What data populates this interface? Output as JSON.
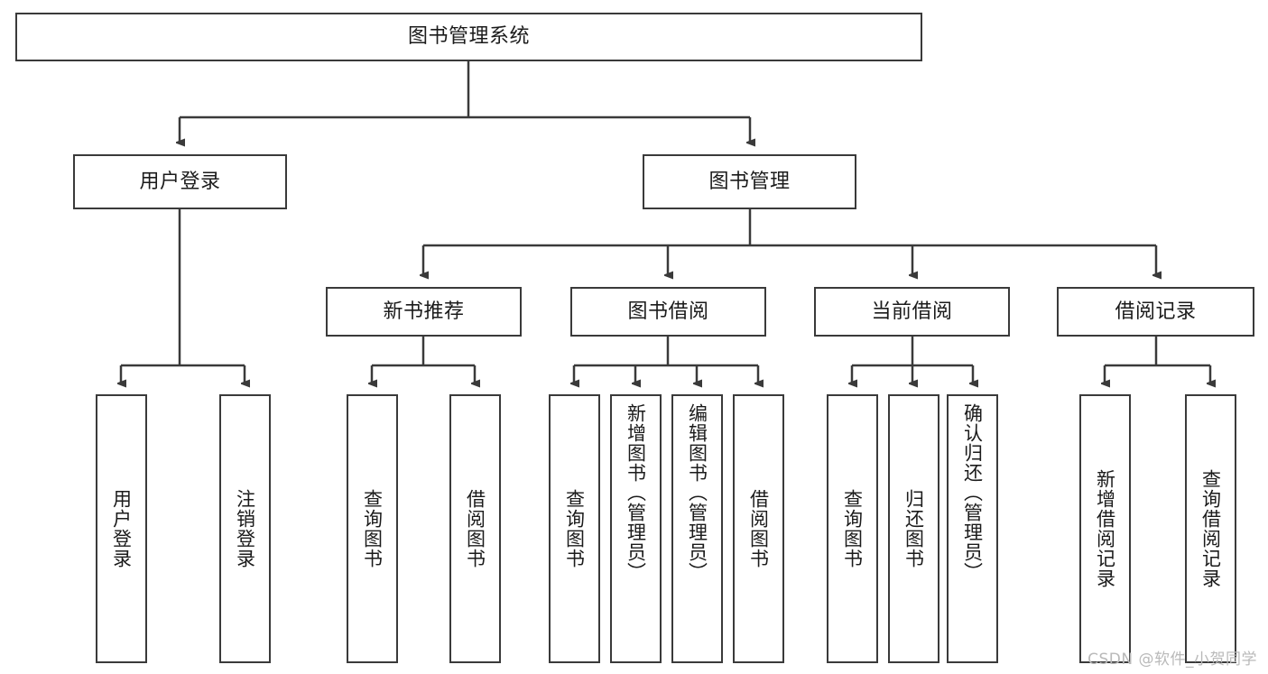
{
  "diagram": {
    "title": "图书管理系统",
    "type": "tree-hierarchy-chart",
    "stroke_color": "#3a3a3a",
    "fill_color": "#ffffff",
    "root": {
      "label": "图书管理系统"
    },
    "level2": [
      {
        "id": "user-login",
        "label": "用户登录"
      },
      {
        "id": "book-management",
        "label": "图书管理"
      }
    ],
    "level3": [
      {
        "id": "new-book-recommend",
        "label": "新书推荐"
      },
      {
        "id": "book-borrow",
        "label": "图书借阅"
      },
      {
        "id": "current-borrow",
        "label": "当前借阅"
      },
      {
        "id": "borrow-record",
        "label": "借阅记录"
      }
    ],
    "leaves": {
      "user_login": [
        {
          "id": "leaf-user-login",
          "label": "用户登录"
        },
        {
          "id": "leaf-logout-login",
          "label": "注销登录"
        }
      ],
      "new_book_recommend": [
        {
          "id": "leaf-query-book-1",
          "label": "查询图书"
        },
        {
          "id": "leaf-borrow-book-1",
          "label": "借阅图书"
        }
      ],
      "book_borrow": [
        {
          "id": "leaf-query-book-2",
          "label": "查询图书"
        },
        {
          "id": "leaf-add-book",
          "label": "新增图书（管理员）"
        },
        {
          "id": "leaf-edit-book",
          "label": "编辑图书（管理员）"
        },
        {
          "id": "leaf-borrow-book-2",
          "label": "借阅图书"
        }
      ],
      "current_borrow": [
        {
          "id": "leaf-query-book-3",
          "label": "查询图书"
        },
        {
          "id": "leaf-return-book",
          "label": "归还图书"
        },
        {
          "id": "leaf-confirm-return",
          "label": "确认归还（管理员）"
        }
      ],
      "borrow_record": [
        {
          "id": "leaf-add-borrow-record",
          "label": "新增借阅记录"
        },
        {
          "id": "leaf-query-borrow-record",
          "label": "查询借阅记录"
        }
      ]
    }
  },
  "watermark": {
    "text": "CSDN @软件_小贺同学"
  }
}
